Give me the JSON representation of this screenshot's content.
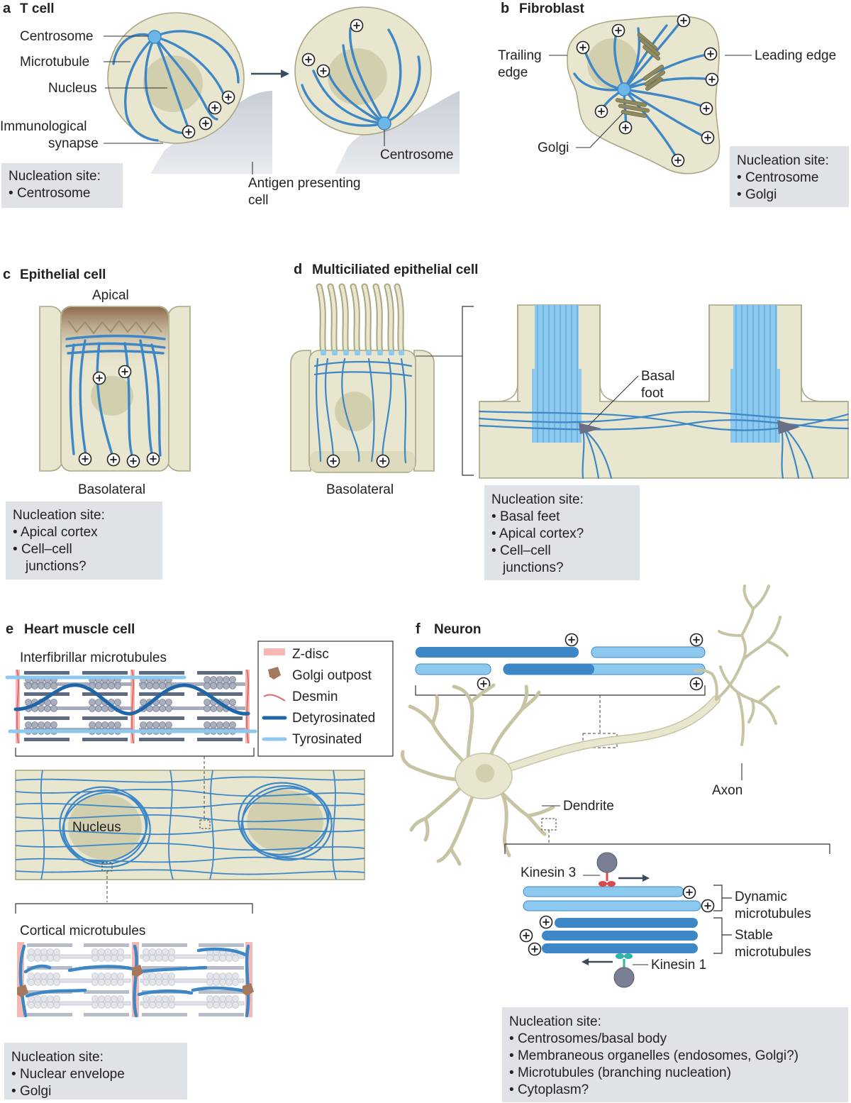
{
  "panels": {
    "a": {
      "letter": "a",
      "title": "T cell",
      "labels": {
        "centrosome": "Centrosome",
        "microtubule": "Microtubule",
        "nucleus": "Nucleus",
        "synapse_1": "Immunological",
        "synapse_2": "synapse",
        "centrosome_2": "Centrosome",
        "apc_1": "Antigen presenting",
        "apc_2": "cell"
      },
      "nucleation": {
        "title": "Nucleation site:",
        "items": [
          "Centrosome"
        ]
      }
    },
    "b": {
      "letter": "b",
      "title": "Fibroblast",
      "labels": {
        "trailing_1": "Trailing",
        "trailing_2": "edge",
        "leading": "Leading edge",
        "golgi": "Golgi"
      },
      "nucleation": {
        "title": "Nucleation site:",
        "items": [
          "Centrosome",
          "Golgi"
        ]
      }
    },
    "c": {
      "letter": "c",
      "title": "Epithelial cell",
      "labels": {
        "apical": "Apical",
        "basolateral": "Basolateral"
      },
      "nucleation": {
        "title": "Nucleation site:",
        "items": [
          "Apical cortex",
          "Cell–cell",
          "junctions?"
        ]
      }
    },
    "d": {
      "letter": "d",
      "title": "Multiciliated epithelial cell",
      "labels": {
        "basal_1": "Basal",
        "basal_2": "foot",
        "basolateral": "Basolateral"
      },
      "nucleation": {
        "title": "Nucleation site:",
        "items": [
          "Basal feet",
          "Apical cortex?",
          "Cell–cell",
          "junctions?"
        ]
      }
    },
    "e": {
      "letter": "e",
      "title": "Heart muscle cell",
      "labels": {
        "interfibrillar": "Interfibrillar microtubules",
        "nucleus": "Nucleus",
        "cortical": "Cortical microtubules"
      },
      "legend": [
        {
          "label": "Z-disc",
          "color": "#f6b8b4"
        },
        {
          "label": "Golgi outpost",
          "color": "#a4785c"
        },
        {
          "label": "Desmin",
          "color": "#d9706b"
        },
        {
          "label": "Detyrosinated",
          "color": "#1f66a8"
        },
        {
          "label": "Tyrosinated",
          "color": "#8dc8ee"
        }
      ],
      "nucleation": {
        "title": "Nucleation site:",
        "items": [
          "Nuclear envelope",
          "Golgi"
        ]
      }
    },
    "f": {
      "letter": "f",
      "title": "Neuron",
      "labels": {
        "dendrite": "Dendrite",
        "axon": "Axon",
        "kinesin3": "Kinesin 3",
        "kinesin1": "Kinesin 1",
        "dynamic_1": "Dynamic",
        "dynamic_2": "microtubules",
        "stable_1": "Stable",
        "stable_2": "microtubules"
      },
      "nucleation": {
        "title": "Nucleation site:",
        "items": [
          "Centrosomes/basal body",
          "Membraneous organelles (endosomes, Golgi?)",
          "Microtubules (branching nucleation)",
          "Cytoplasm?"
        ]
      }
    }
  },
  "colors": {
    "cell": "#e9e6cf",
    "nucleus": "#d1cfae",
    "microtubule": "#3e87c6",
    "centrosome": "#6bb7e8",
    "golgi": "#8f8a62",
    "nucleation_box": "#dfe2e6"
  }
}
